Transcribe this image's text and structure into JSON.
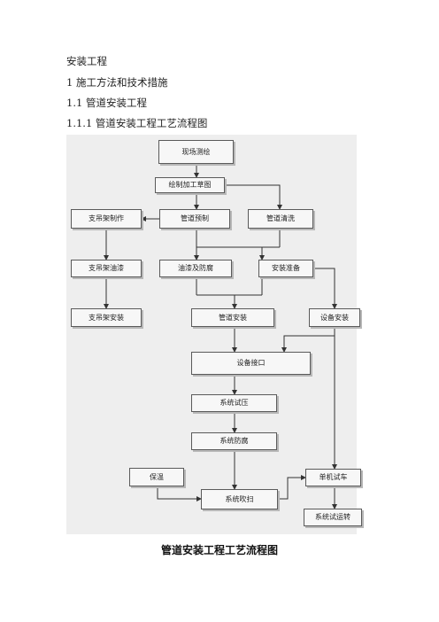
{
  "doc": {
    "title": "安装工程",
    "h1": "1 施工方法和技术措施",
    "h2": "1.1 管道安装工程",
    "h3": "1.1.1 管道安装工程工艺流程图",
    "caption": "管道安装工程工艺流程图"
  },
  "flow": {
    "survey": "现场测绘",
    "draft": "绘制加工草图",
    "hanger_make": "支吊架制作",
    "pipe_prefab": "管道预制",
    "pipe_clean": "管道清洗",
    "hanger_paint": "支吊架油漆",
    "paint_anticorr": "油漆及防腐",
    "install_prep": "安装准备",
    "hanger_install": "支吊架安装",
    "pipe_install": "管道安装",
    "equip_install": "设备安装",
    "equip_connect": "设备接口",
    "pressure_test": "系统试压",
    "system_anticorr": "系统防腐",
    "insulation": "保温",
    "blowing": "系统吹扫",
    "single_test": "单机试车",
    "system_trial": "系统试运转"
  }
}
